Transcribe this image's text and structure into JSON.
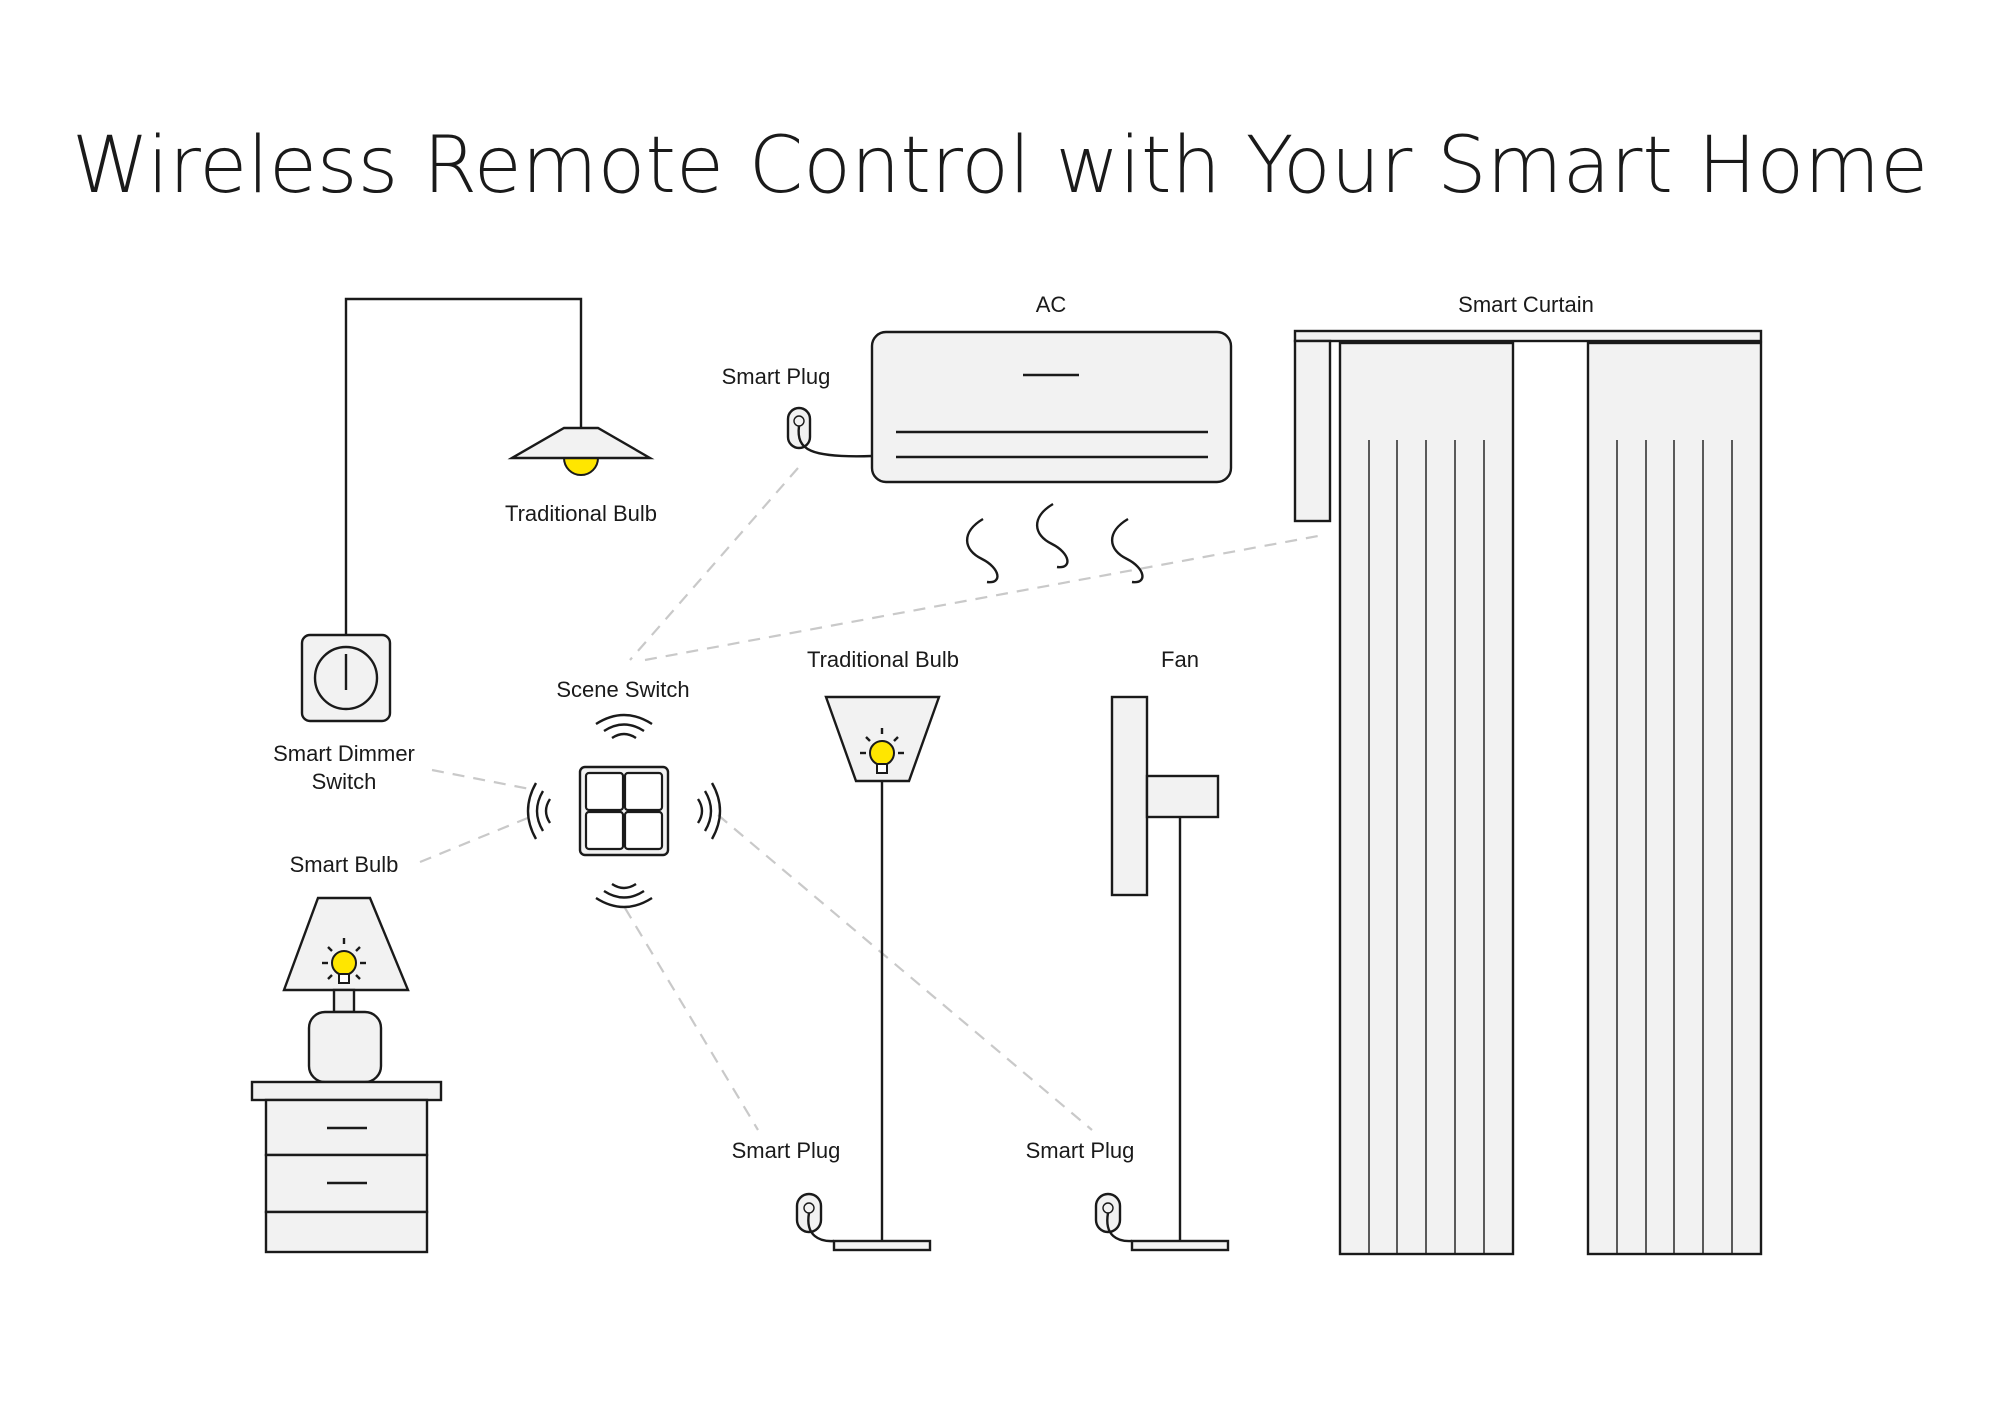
{
  "title": "Wireless Remote Control with Your Smart Home",
  "labels": {
    "ac": "AC",
    "smart_curtain": "Smart Curtain",
    "smart_plug_ac": "Smart Plug",
    "traditional_bulb_ceiling": "Traditional Bulb",
    "smart_dimmer_line1": "Smart Dimmer",
    "smart_dimmer_line2": "Switch",
    "scene_switch": "Scene Switch",
    "traditional_bulb_floor": "Traditional Bulb",
    "fan": "Fan",
    "smart_bulb": "Smart Bulb",
    "smart_plug_lamp": "Smart Plug",
    "smart_plug_fan": "Smart Plug"
  },
  "colors": {
    "bulb": "#ffe600",
    "line": "#1a1a1a",
    "device_fill": "#f2f2f2",
    "wireless_link": "#c9c9c9"
  }
}
